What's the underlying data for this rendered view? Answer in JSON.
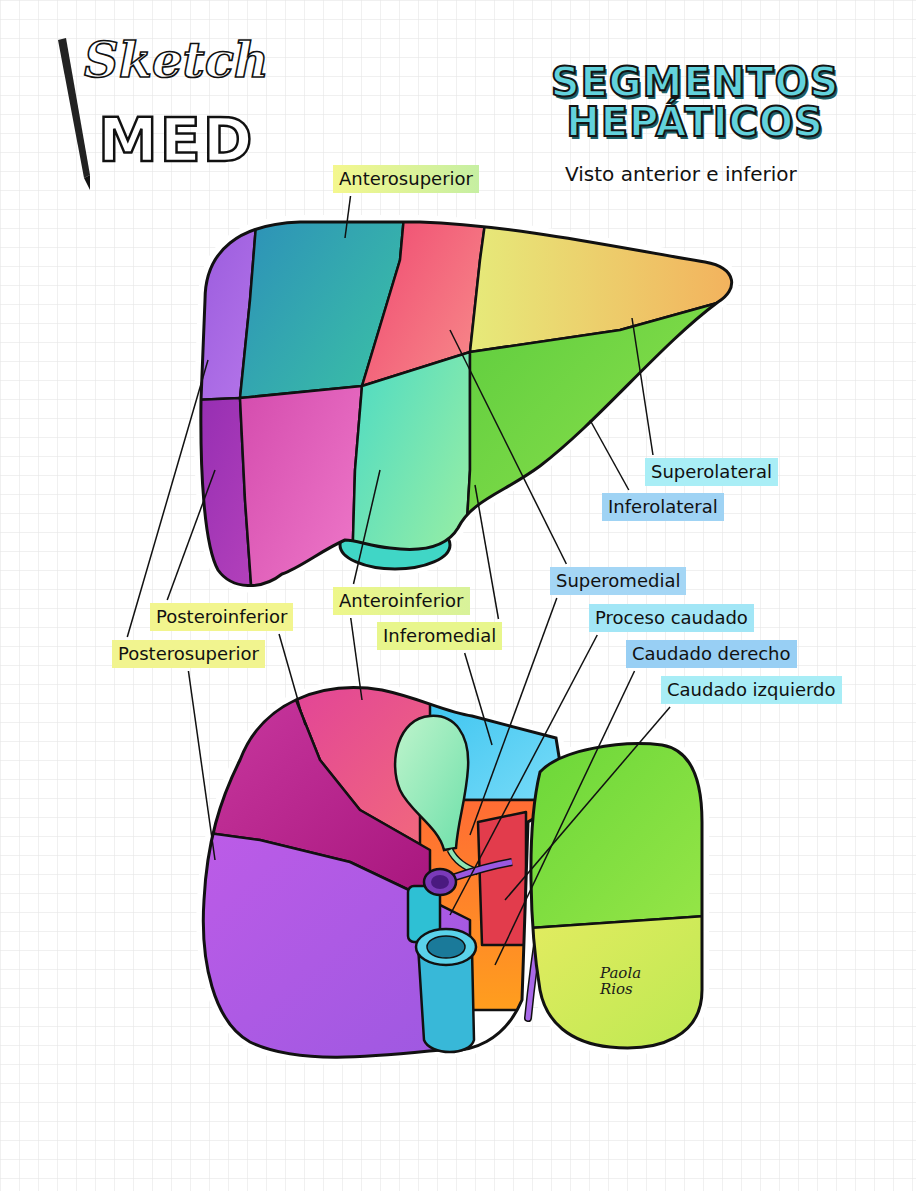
{
  "diagram": {
    "title": "SEGMENTOS HEPÁTICOS",
    "nodes": [
      {
        "text": [
          "Anterosuperior"
        ]
      },
      {
        "text": [
          "Superolateral"
        ]
      },
      {
        "text": [
          "Inferolateral"
        ]
      },
      {
        "text": [
          "Superomedial"
        ]
      },
      {
        "text": [
          "Anteroinferior"
        ]
      },
      {
        "text": [
          "Posteroinferior"
        ]
      },
      {
        "text": [
          "Proceso caudado"
        ]
      },
      {
        "text": [
          "Inferomedial"
        ]
      },
      {
        "text": [
          "Posterosuperior"
        ]
      },
      {
        "text": [
          "Caudado derecho"
        ]
      },
      {
        "text": [
          "Caudado izquierdo"
        ]
      }
    ],
    "labels": [
      "Sketch",
      "MED",
      "Visto anterior e inferior",
      "Paola Rios"
    ]
  }
}
